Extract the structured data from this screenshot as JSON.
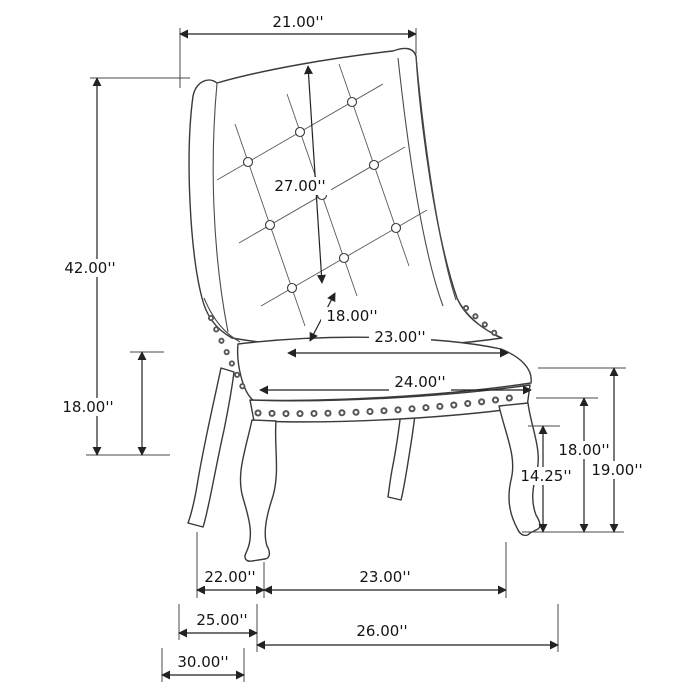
{
  "dimensions": {
    "top_width": "21.00''",
    "overall_height": "42.00''",
    "back_diagonal": "27.00''",
    "seat_depth": "18.00''",
    "seat_width": "23.00''",
    "front_width": "24.00''",
    "floor_to_seat_left": "18.00''",
    "leg_height": "14.25''",
    "floor_to_rail_right": "18.00''",
    "floor_to_seat_front_right": "19.00''",
    "leg_span_side": "22.00''",
    "front_leg_span": "23.00''",
    "base_depth": "25.00''",
    "base_width": "26.00''",
    "overall_depth": "30.00''"
  }
}
